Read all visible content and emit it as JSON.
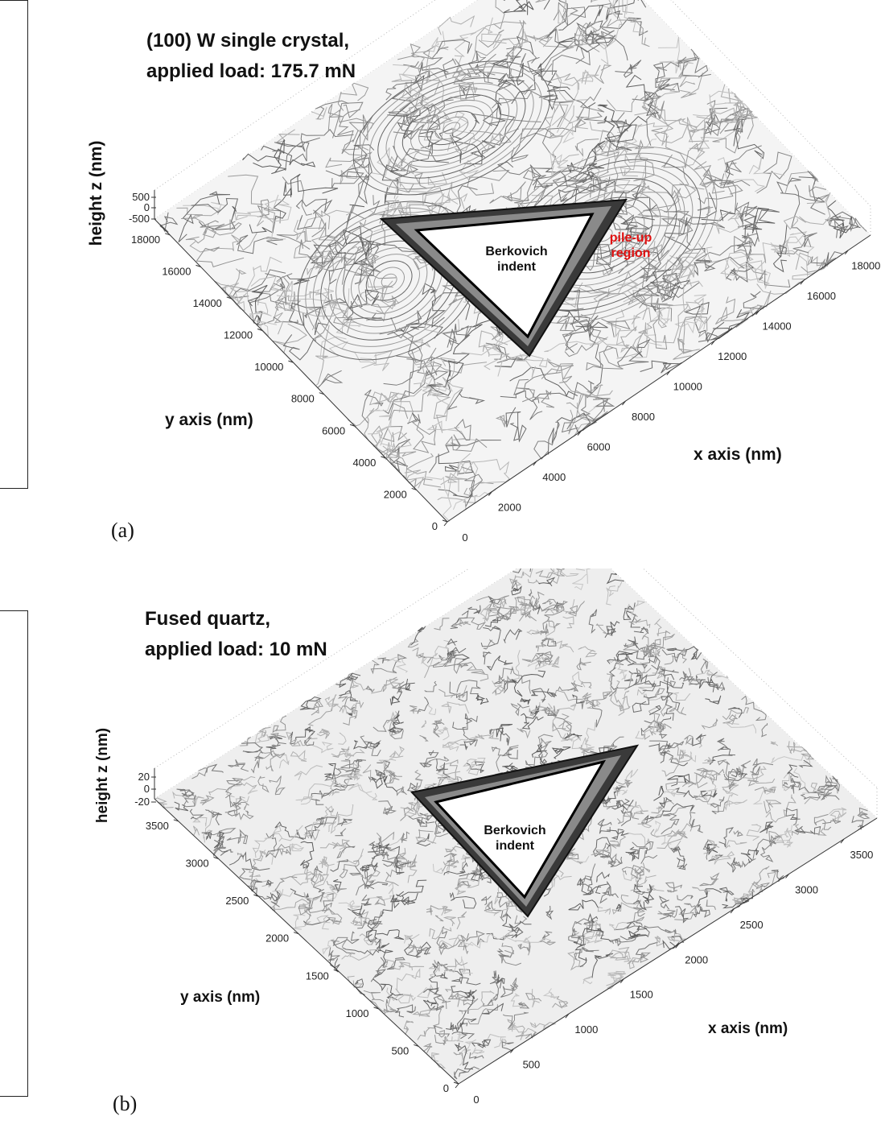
{
  "chart_data": [
    {
      "type": "surface",
      "panel_label": "(a)",
      "title_lines": [
        "(100) W single crystal,",
        "applied load: 175.7 mN"
      ],
      "xlabel": "x axis (nm)",
      "ylabel": "y axis (nm)",
      "zlabel": "height z (nm)",
      "x_ticks": [
        0,
        2000,
        4000,
        6000,
        8000,
        10000,
        12000,
        14000,
        16000,
        18000
      ],
      "y_ticks": [
        0,
        2000,
        4000,
        6000,
        8000,
        10000,
        12000,
        14000,
        16000,
        18000
      ],
      "z_ticks": [
        500,
        0,
        -500
      ],
      "xlim": [
        0,
        19000
      ],
      "ylim": [
        0,
        19000
      ],
      "colormap": "grayscale",
      "annotations": [
        {
          "text": "Berkovich indent",
          "lines": [
            "Berkovich",
            "indent"
          ],
          "color": "#111111"
        },
        {
          "text": "pile-up region",
          "lines": [
            "pile-up",
            "region"
          ],
          "color": "#e01010"
        }
      ]
    },
    {
      "type": "surface",
      "panel_label": "(b)",
      "title_lines": [
        "Fused quartz,",
        "applied load: 10 mN"
      ],
      "xlabel": "x axis (nm)",
      "ylabel": "y axis (nm)",
      "zlabel": "height z (nm)",
      "x_ticks": [
        0,
        500,
        1000,
        1500,
        2000,
        2500,
        3000,
        3500
      ],
      "y_ticks": [
        0,
        500,
        1000,
        1500,
        2000,
        2500,
        3000,
        3500
      ],
      "z_ticks": [
        20,
        0,
        -20
      ],
      "xlim": [
        0,
        3800
      ],
      "ylim": [
        0,
        3800
      ],
      "colormap": "grayscale",
      "annotations": [
        {
          "text": "Berkovich indent",
          "lines": [
            "Berkovich",
            "indent"
          ],
          "color": "#111111"
        }
      ]
    }
  ]
}
